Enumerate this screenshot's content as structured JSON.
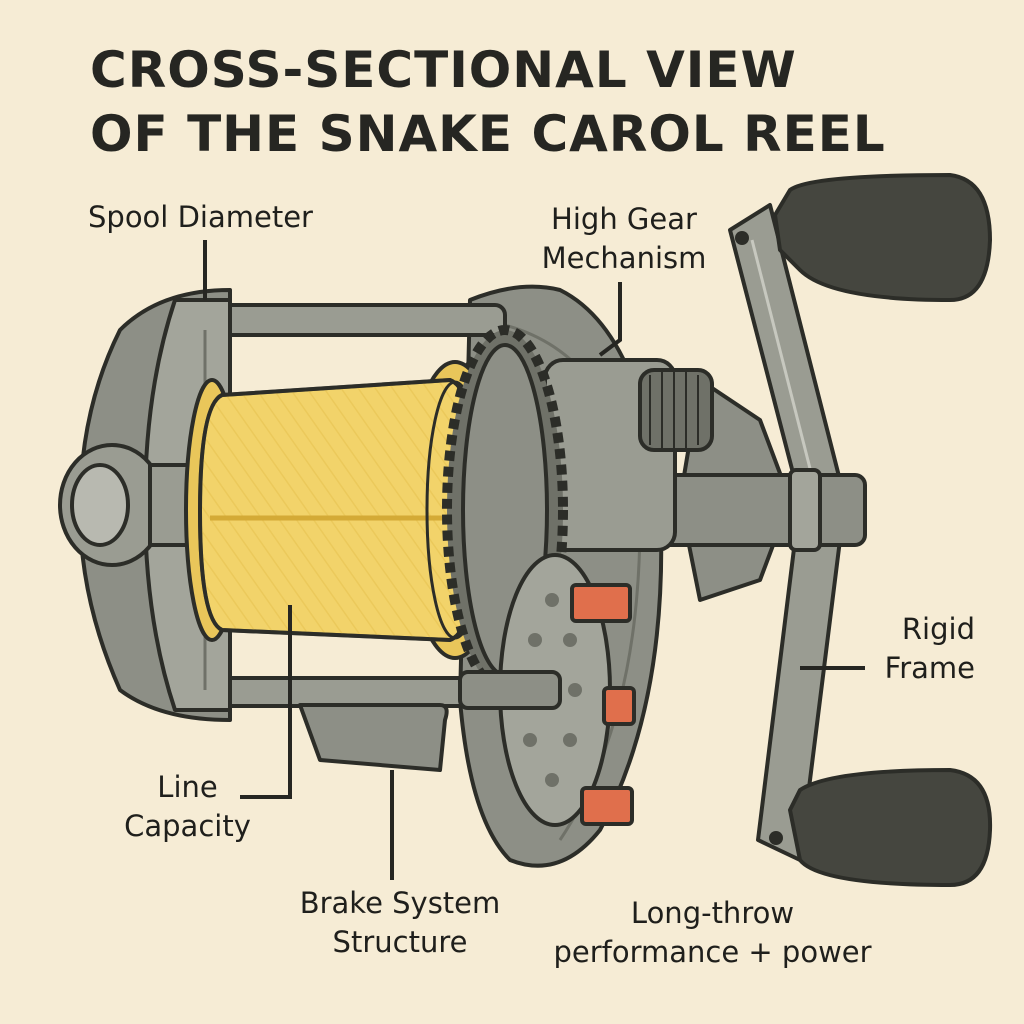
{
  "title": {
    "line1": "CROSS-SECTIONAL VIEW",
    "line2": "OF THE SNAKE CAROL REEL"
  },
  "labels": {
    "spool_diameter": "Spool Diameter",
    "high_gear": {
      "line1": "High Gear",
      "line2": "Mechanism"
    },
    "rigid_frame": {
      "line1": "Rigid",
      "line2": "Frame"
    },
    "line_capacity": {
      "line1": "Line",
      "line2": "Capacity"
    },
    "brake_system": {
      "line1": "Brake System",
      "line2": "Structure"
    },
    "long_throw": {
      "line1": "Long-throw",
      "line2": "performance + power"
    }
  },
  "colors": {
    "background": "#f6ecd5",
    "frame": "#8d8f86",
    "spool_line": "#f2d36a",
    "handle_knob": "#45463f",
    "brake_block": "#e06f4c",
    "outline": "#2c2d28"
  }
}
